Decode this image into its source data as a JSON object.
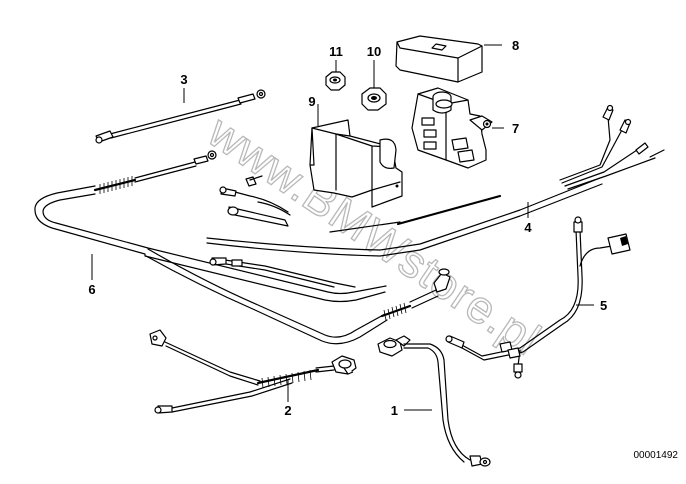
{
  "watermark": "www.BMWstore.pl",
  "catalog_number": "00001492",
  "callouts": {
    "c1": "1",
    "c2": "2",
    "c3": "3",
    "c4": "4",
    "c5": "5",
    "c6": "6",
    "c7": "7",
    "c8": "8",
    "c9": "9",
    "c10": "10",
    "c11": "11"
  }
}
